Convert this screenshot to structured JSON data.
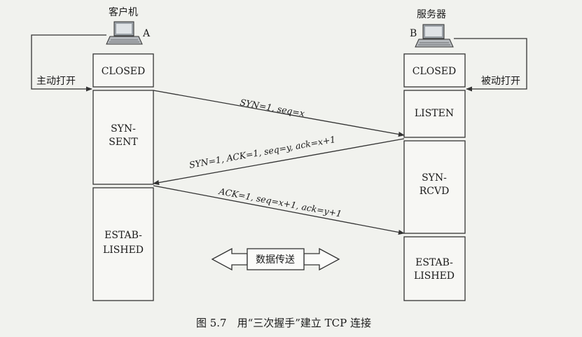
{
  "client": {
    "title": "客户机",
    "letter": "A",
    "action": "主动打开",
    "states": [
      {
        "lines": [
          "CLOSED"
        ]
      },
      {
        "lines": [
          "SYN-",
          "SENT"
        ]
      },
      {
        "lines": [
          "ESTAB-",
          "LISHED"
        ]
      }
    ]
  },
  "server": {
    "title": "服务器",
    "letter": "B",
    "action": "被动打开",
    "states": [
      {
        "lines": [
          "CLOSED"
        ]
      },
      {
        "lines": [
          "LISTEN"
        ]
      },
      {
        "lines": [
          "SYN-",
          "RCVD"
        ]
      },
      {
        "lines": [
          "ESTAB-",
          "LISHED"
        ]
      }
    ]
  },
  "messages": [
    {
      "text": "SYN=1, seq=x",
      "direction": "client-to-server"
    },
    {
      "text": "SYN=1, ACK=1, seq=y, ack=x+1",
      "direction": "server-to-client"
    },
    {
      "text": "ACK=1, seq=x+1, ack=y+1",
      "direction": "client-to-server"
    }
  ],
  "transfer_label": "数据传送",
  "caption": "图 5.7　用“三次握手”建立 TCP 连接",
  "colors": {
    "line": "#333333",
    "box_fill": "#f7f7f4",
    "background": "#f1f2ee"
  }
}
